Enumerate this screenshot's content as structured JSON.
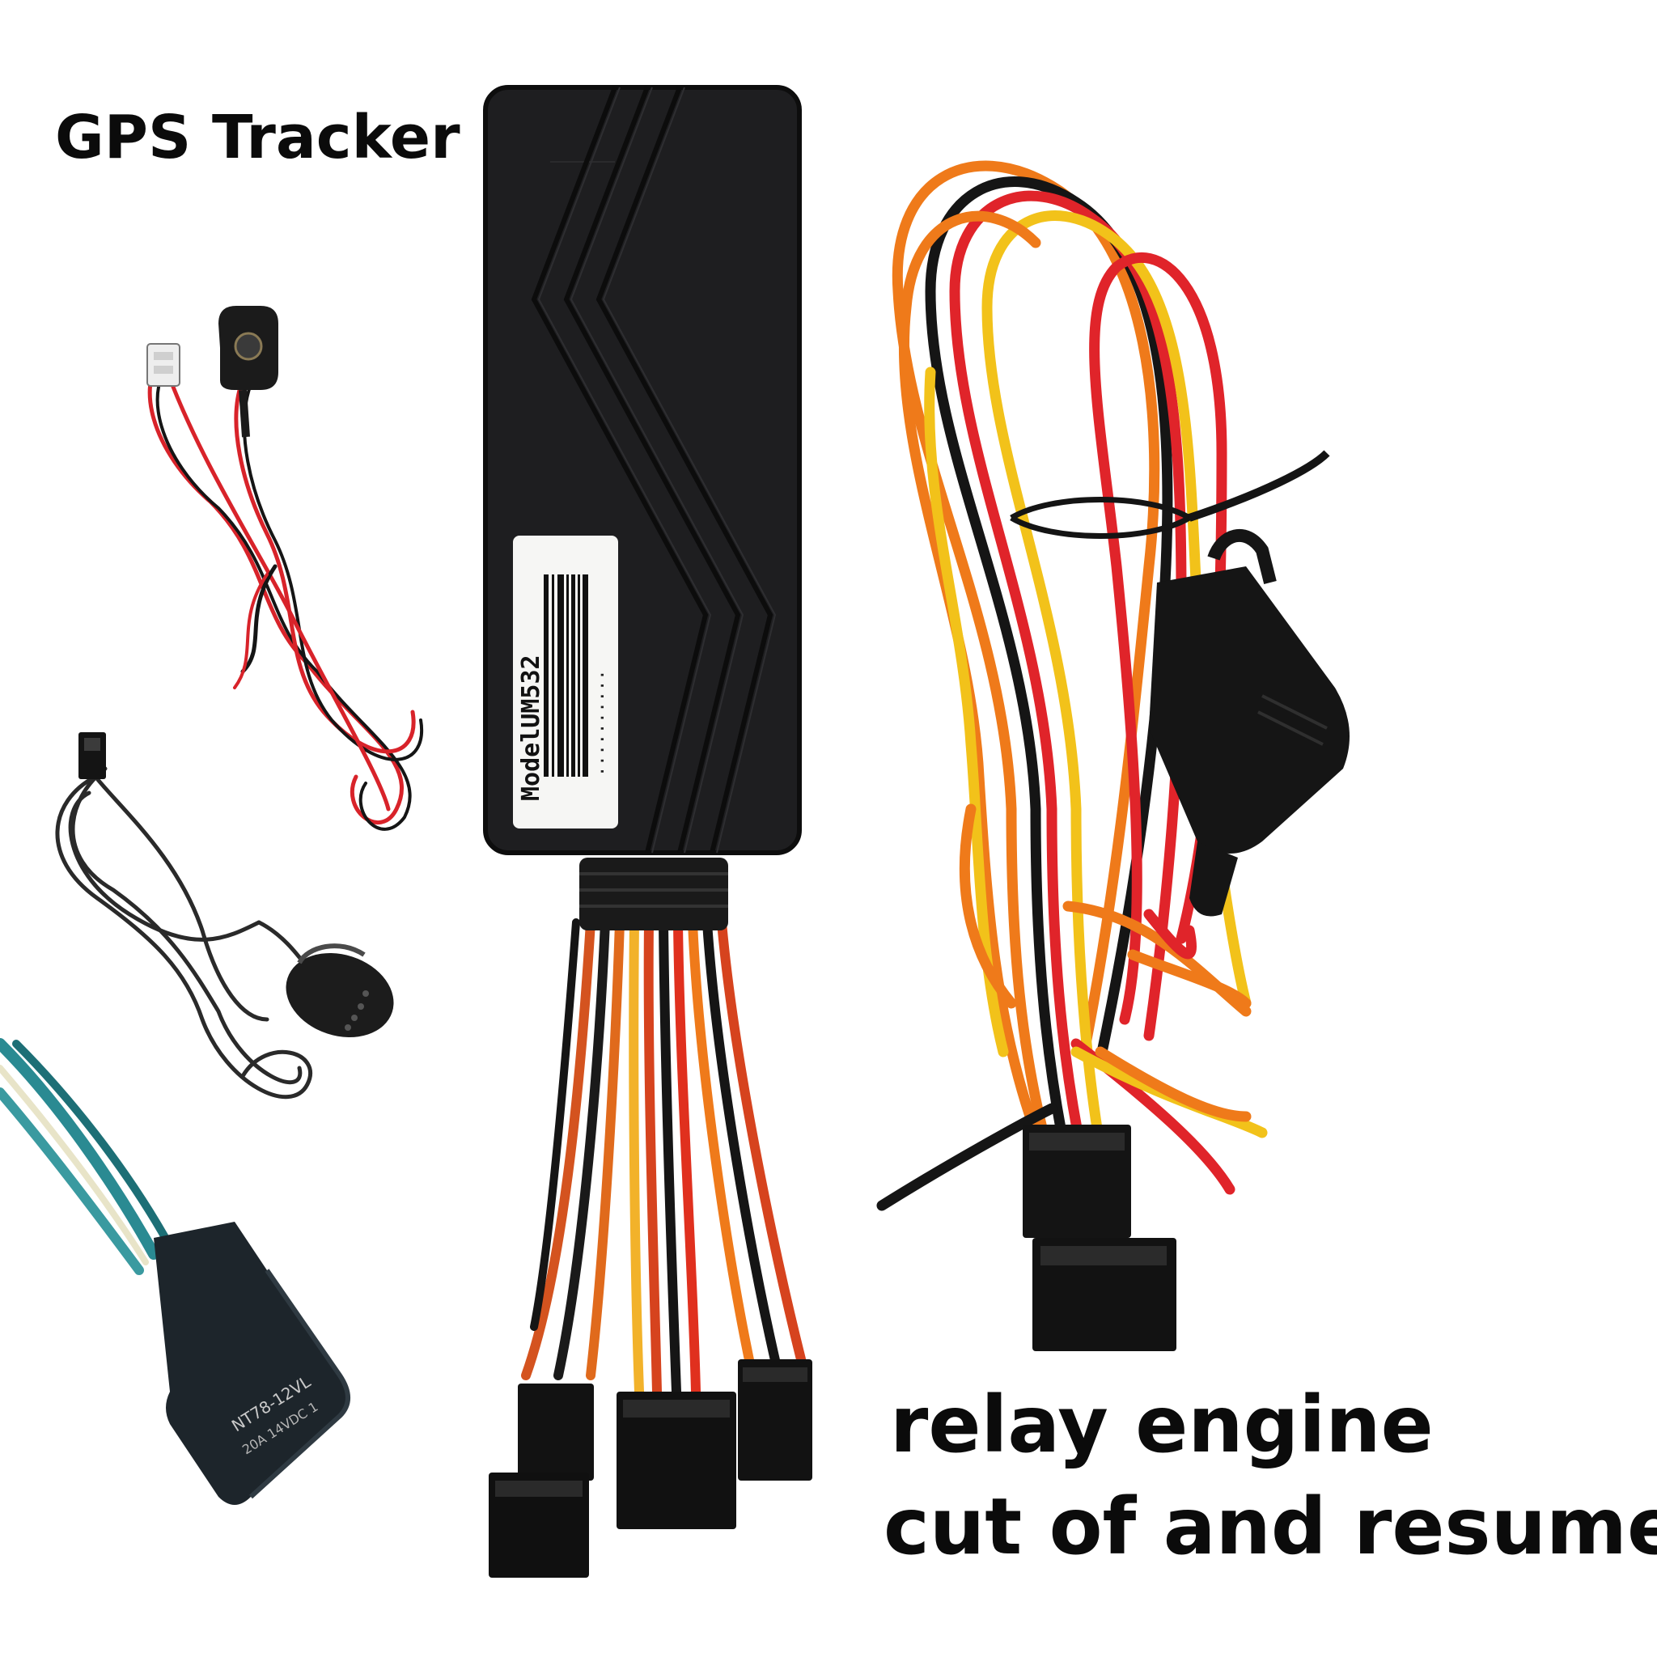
{
  "title": "GPS Tracker",
  "caption": {
    "line1": "relay engine",
    "line2": "cut of and resume"
  },
  "device_label": {
    "model": "ModelUM532"
  },
  "relay_label": {
    "part": "NT78-12VL",
    "rating": "20A 14VDC 1"
  },
  "colors": {
    "background": "#ffffff",
    "housing": "#1e1e20",
    "wire_red": "#e0242a",
    "wire_orange": "#ef7a1a",
    "wire_yellow": "#f2c21a",
    "wire_black": "#151515",
    "wire_teal": "#2a8a92"
  }
}
